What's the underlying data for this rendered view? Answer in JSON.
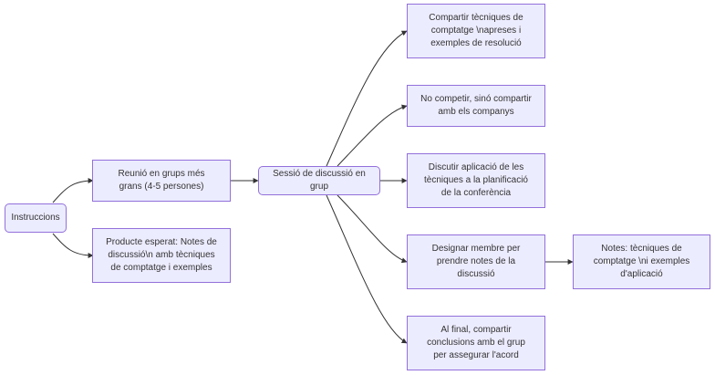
{
  "nodes": {
    "instructions": "Instruccions",
    "meeting": "Reunió en grups més\ngrans (4-5 persones)",
    "expected": "Producte esperat: Notes de\ndiscussió\\n amb tècniques\nde comptatge i exemples",
    "session": "Sessió de discussió en grup",
    "share": "Compartir tècniques de\ncomptatge \\napreses i\nexemples de resolució",
    "no_compete": "No competir, sinó compartir\namb els companys",
    "discuss": "Discutir aplicació de les\ntècniques a la planificació\nde la conferència",
    "designate": "Designar membre per\nprendre notes de la\ndiscussió",
    "final": "Al final, compartir\nconclusions amb el grup\nper assegurar l'acord",
    "notes": "Notes: tècniques de\ncomptatge \\ni exemples\nd'aplicació"
  },
  "colors": {
    "node_fill": "#ececff",
    "node_border": "#9370db",
    "edge": "#333333",
    "text": "#333333"
  }
}
